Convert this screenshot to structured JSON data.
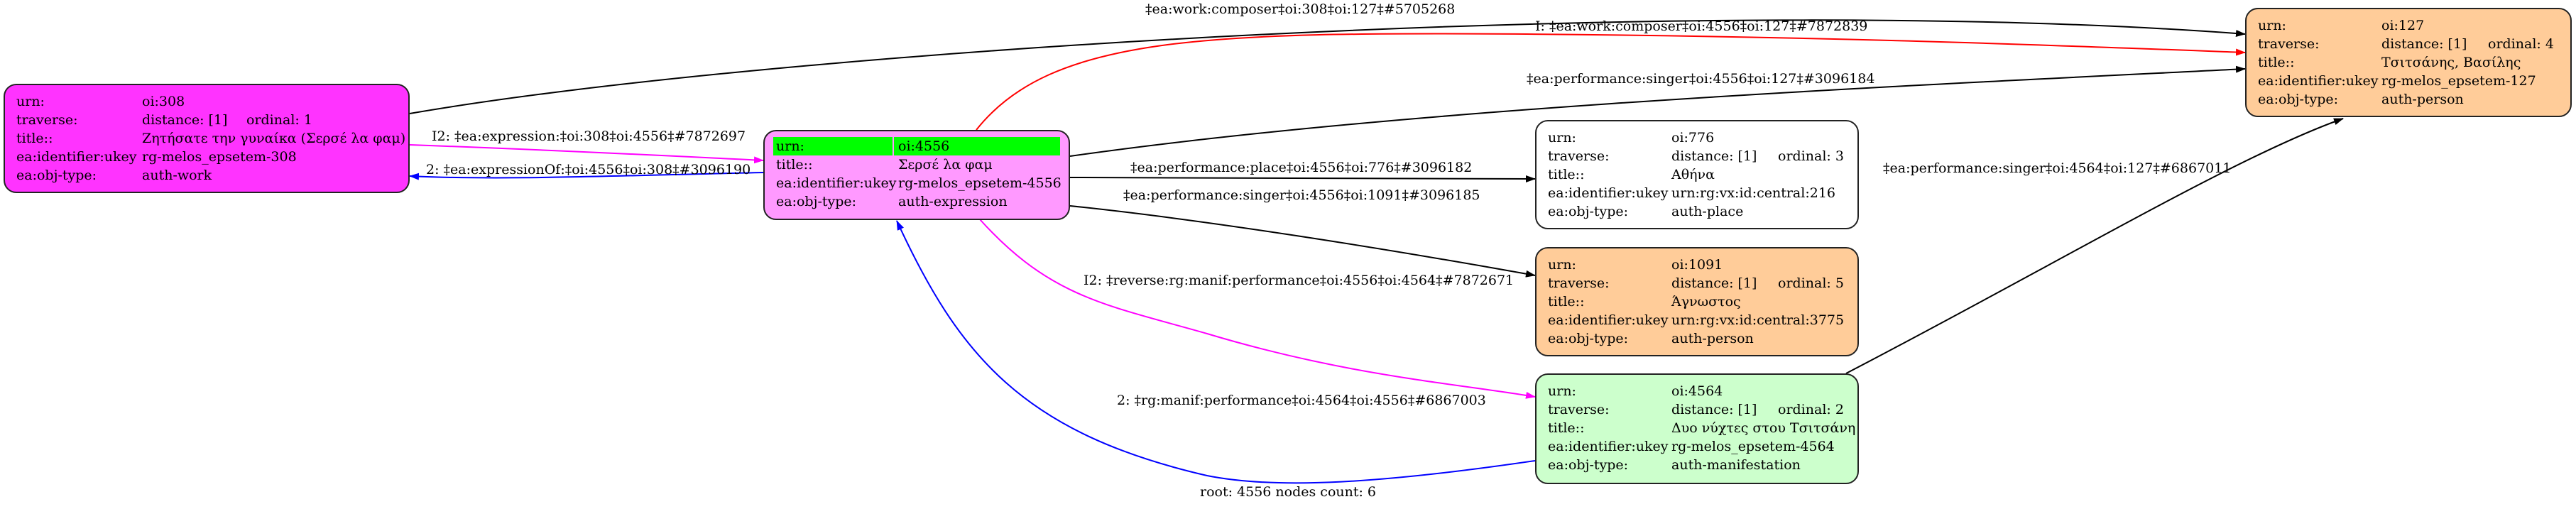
{
  "colors": {
    "work": "#ff33ff",
    "expression": "#ff99ff",
    "root_highlight": "#00ff00",
    "place": "#ffffff",
    "person": "#ffcc99",
    "manifestation": "#ccffcc",
    "edge_default": "#000000",
    "edge_inferred": "#ff0000",
    "edge_forward": "#ff00ff",
    "edge_reverse": "#0000ff"
  },
  "labels": {
    "urn": "urn:",
    "traverse": "traverse:",
    "title": "title::",
    "ukey": "ea:identifier:ukey",
    "objtype": "ea:obj-type:"
  },
  "nodes": {
    "n308": {
      "urn": "oi:308",
      "distance": "distance: [1]",
      "ordinal": "ordinal: 1",
      "title": "Ζητήσατε την γυναίκα (Σερσέ λα φαμ)",
      "ukey": "rg-melos_epsetem-308",
      "objtype": "auth-work"
    },
    "n4556": {
      "urn": "oi:4556",
      "title": "Σερσέ λα φαμ",
      "ukey": "rg-melos_epsetem-4556",
      "objtype": "auth-expression"
    },
    "n776": {
      "urn": "oi:776",
      "distance": "distance: [1]",
      "ordinal": "ordinal: 3",
      "title": "Αθήνα",
      "ukey": "urn:rg:vx:id:central:216",
      "objtype": "auth-place"
    },
    "n1091": {
      "urn": "oi:1091",
      "distance": "distance: [1]",
      "ordinal": "ordinal: 5",
      "title": "Άγνωστος",
      "ukey": "urn:rg:vx:id:central:3775",
      "objtype": "auth-person"
    },
    "n4564": {
      "urn": "oi:4564",
      "distance": "distance: [1]",
      "ordinal": "ordinal: 2",
      "title": "Δυο νύχτες στου Τσιτσάνη",
      "ukey": "rg-melos_epsetem-4564",
      "objtype": "auth-manifestation"
    },
    "n127": {
      "urn": "oi:127",
      "distance": "distance: [1]",
      "ordinal": "ordinal: 4",
      "title": "Τσιτσάνης, Βασίλης",
      "ukey": "rg-melos_epsetem-127",
      "objtype": "auth-person"
    }
  },
  "edges": [
    {
      "id": "e1",
      "label": "‡ea:work:composer‡oi:308‡oi:127‡#5705268",
      "from": "oi:308",
      "to": "oi:127",
      "kind": "default"
    },
    {
      "id": "e2",
      "label": "I: ‡ea:work:composer‡oi:4556‡oi:127‡#7872839",
      "from": "oi:4556",
      "to": "oi:127",
      "kind": "inferred"
    },
    {
      "id": "e3",
      "label": "‡ea:performance:singer‡oi:4556‡oi:127‡#3096184",
      "from": "oi:4556",
      "to": "oi:127",
      "kind": "default"
    },
    {
      "id": "e4",
      "label": "I2: ‡ea:expression:‡oi:308‡oi:4556‡#7872697",
      "from": "oi:308",
      "to": "oi:4556",
      "kind": "forward"
    },
    {
      "id": "e5",
      "label": "2: ‡ea:expressionOf:‡oi:4556‡oi:308‡#3096190",
      "from": "oi:4556",
      "to": "oi:308",
      "kind": "reverse"
    },
    {
      "id": "e6",
      "label": "‡ea:performance:place‡oi:4556‡oi:776‡#3096182",
      "from": "oi:4556",
      "to": "oi:776",
      "kind": "default"
    },
    {
      "id": "e7",
      "label": "‡ea:performance:singer‡oi:4556‡oi:1091‡#3096185",
      "from": "oi:4556",
      "to": "oi:1091",
      "kind": "default"
    },
    {
      "id": "e8",
      "label": "I2: ‡reverse:rg:manif:performance‡oi:4556‡oi:4564‡#7872671",
      "from": "oi:4556",
      "to": "oi:4564",
      "kind": "forward"
    },
    {
      "id": "e9",
      "label": "2: ‡rg:manif:performance‡oi:4564‡oi:4556‡#6867003",
      "from": "oi:4564",
      "to": "oi:4556",
      "kind": "reverse"
    },
    {
      "id": "e10",
      "label": "‡ea:performance:singer‡oi:4564‡oi:127‡#6867011",
      "from": "oi:4564",
      "to": "oi:127",
      "kind": "default"
    }
  ],
  "footer": "root: 4556 nodes count: 6"
}
